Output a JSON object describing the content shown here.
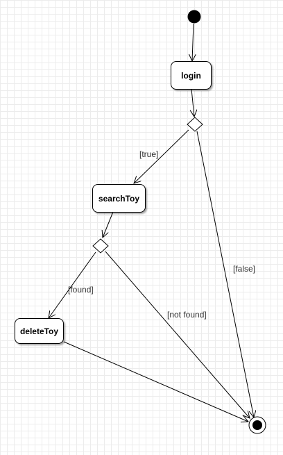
{
  "diagram": {
    "type": "uml-activity",
    "actions": [
      {
        "id": "login",
        "label": "login"
      },
      {
        "id": "searchToy",
        "label": "searchToy"
      },
      {
        "id": "deleteToy",
        "label": "deleteToy"
      }
    ],
    "guards": {
      "true": "[true]",
      "false": "[false]",
      "found": "[found]",
      "not_found": "[not found]"
    },
    "flows": [
      {
        "from": "initial",
        "to": "login"
      },
      {
        "from": "login",
        "to": "decision-1"
      },
      {
        "from": "decision-1",
        "to": "searchToy",
        "guard": "[true]"
      },
      {
        "from": "decision-1",
        "to": "final",
        "guard": "[false]"
      },
      {
        "from": "searchToy",
        "to": "decision-2"
      },
      {
        "from": "decision-2",
        "to": "deleteToy",
        "guard": "[found]"
      },
      {
        "from": "decision-2",
        "to": "final",
        "guard": "[not found]"
      },
      {
        "from": "deleteToy",
        "to": "final"
      }
    ]
  }
}
